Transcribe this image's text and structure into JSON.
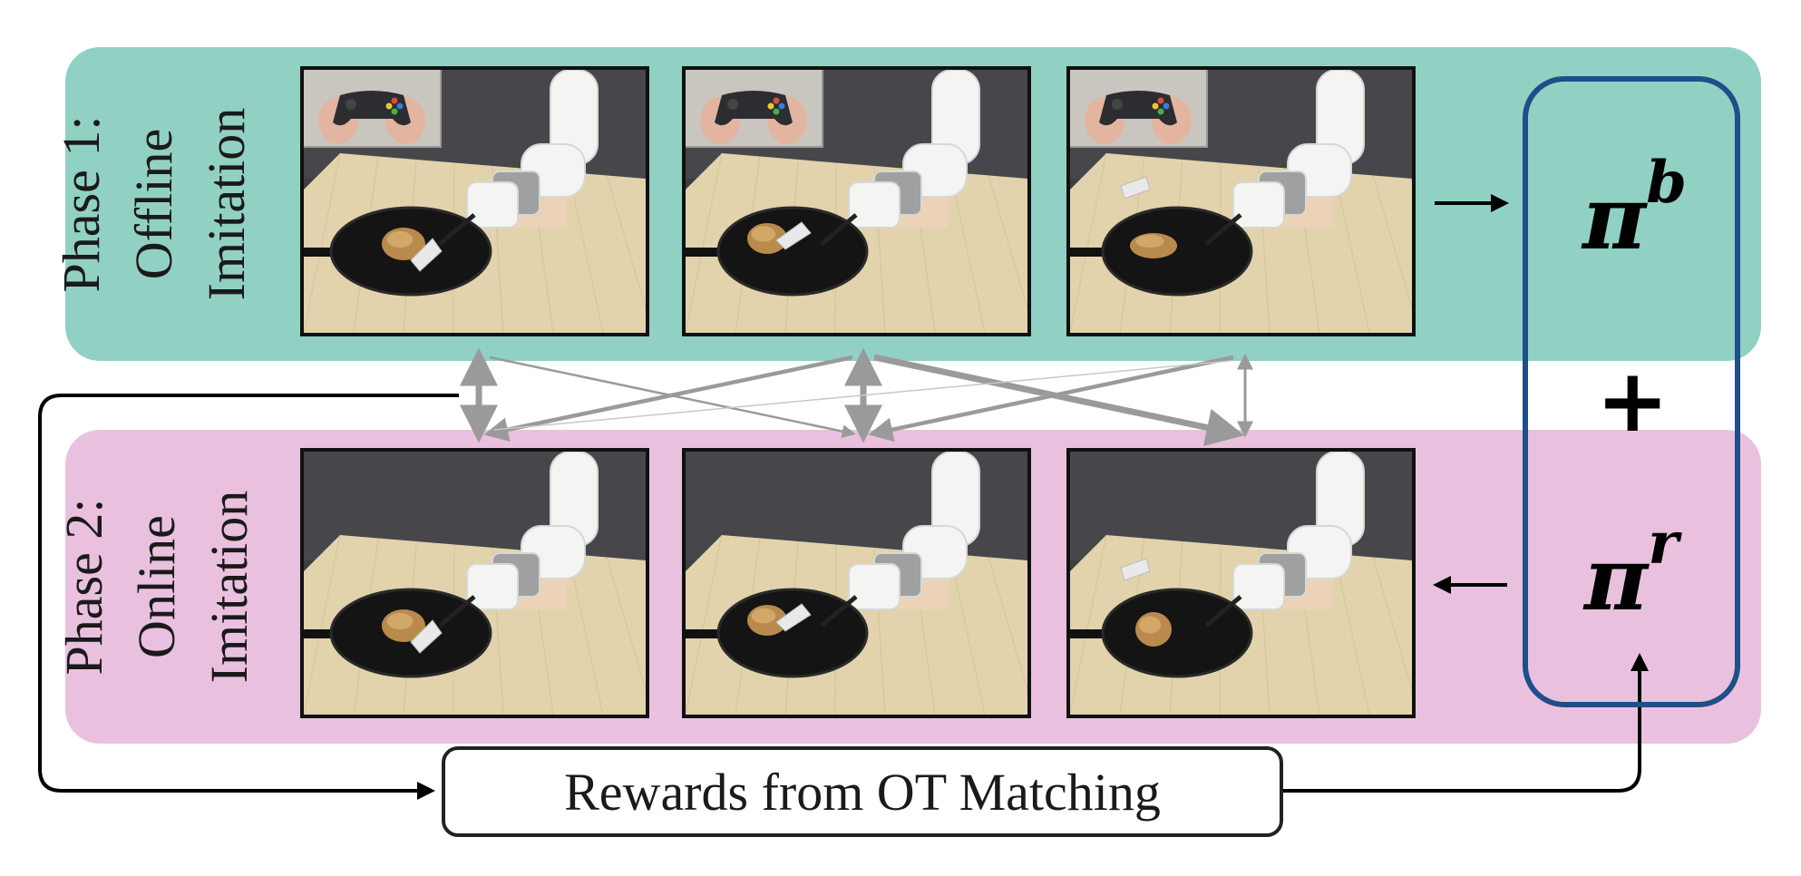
{
  "phase1": {
    "line1": "Phase 1:",
    "line2": "Offline",
    "line3": "Imitation"
  },
  "phase2": {
    "line1": "Phase 2:",
    "line2": "Online",
    "line3": "Imitation"
  },
  "policy_b": {
    "symbol": "π",
    "superscript": "b"
  },
  "policy_r": {
    "symbol": "π",
    "superscript": "r"
  },
  "plus_sign": "+",
  "reward_box": {
    "label": "Rewards from OT Matching"
  },
  "colors": {
    "phase1_band": "#91d1c3",
    "phase2_band": "#e9c1df",
    "policy_box_border": "#1f4e89",
    "matching_arrows": "#9a9a9a",
    "flow_arrows": "#000000"
  },
  "icons": {
    "demo_frame": "robot-arm-flipping-bun-in-pan-photo",
    "controller": "gamepad-controller-icon"
  }
}
